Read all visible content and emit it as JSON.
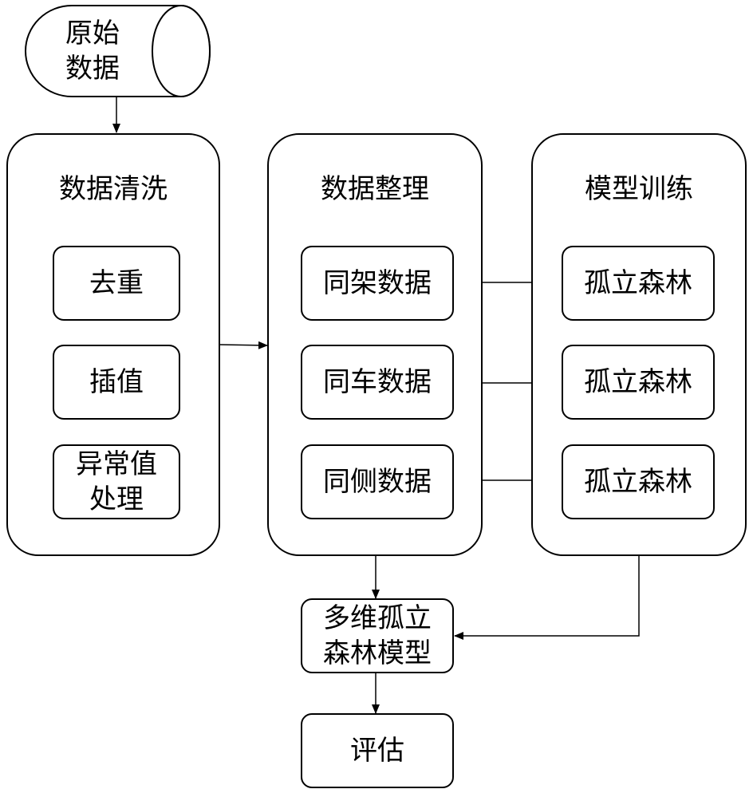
{
  "source": {
    "label": "原始\n数据"
  },
  "cleaning": {
    "title": "数据清洗",
    "items": [
      "去重",
      "插值",
      "异常值\n处理"
    ]
  },
  "organizing": {
    "title": "数据整理",
    "items": [
      "同架数据",
      "同车数据",
      "同侧数据"
    ]
  },
  "training": {
    "title": "模型训练",
    "items": [
      "孤立森林",
      "孤立森林",
      "孤立森林"
    ]
  },
  "model": {
    "label": "多维孤立\n森林模型"
  },
  "evaluation": {
    "label": "评估"
  }
}
